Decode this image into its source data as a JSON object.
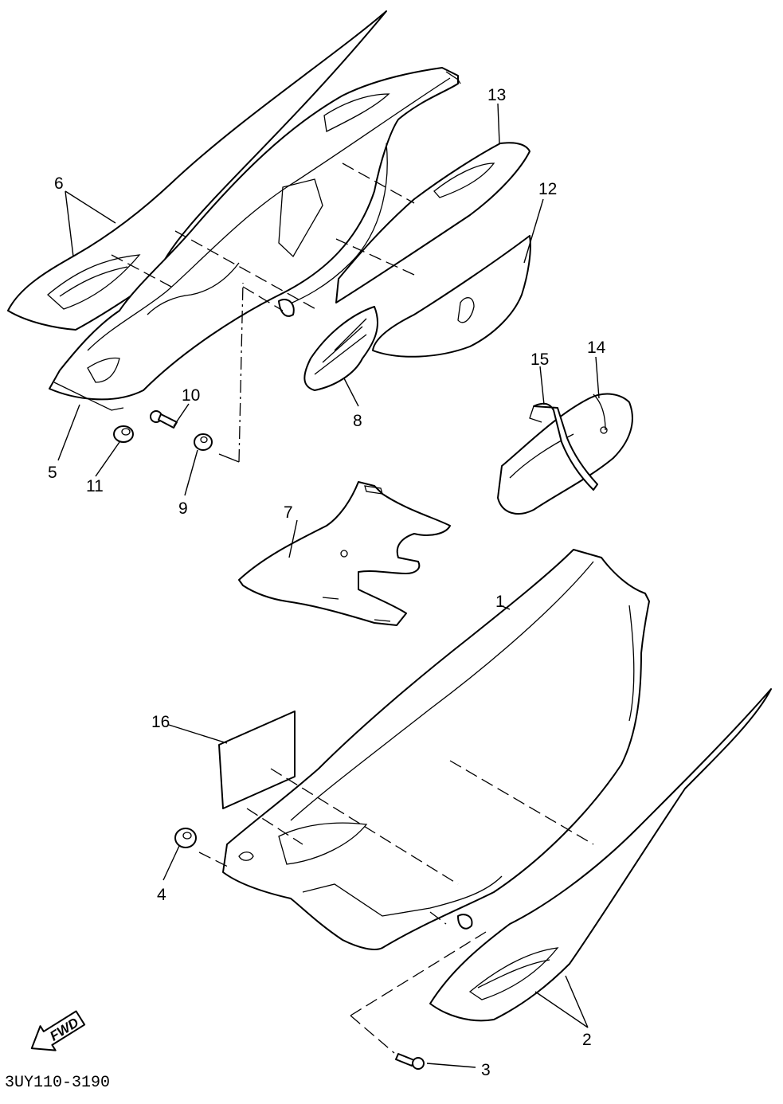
{
  "diagram": {
    "callouts": {
      "c1": "1",
      "c2": "2",
      "c3": "3",
      "c4": "4",
      "c5": "5",
      "c6": "6",
      "c7": "7",
      "c8": "8",
      "c9": "9",
      "c10": "10",
      "c11": "11",
      "c12": "12",
      "c13": "13",
      "c14": "14",
      "c15": "15",
      "c16": "16"
    },
    "fwd_label": "FWD",
    "drawing_code": "3UY110-3190"
  }
}
